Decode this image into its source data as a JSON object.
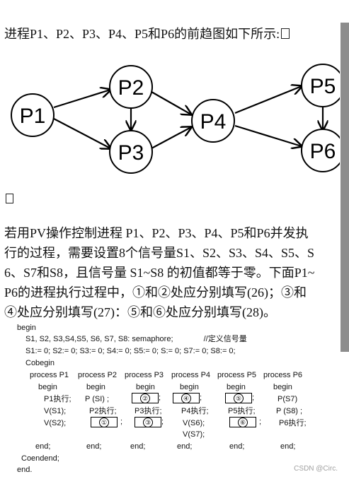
{
  "intro": "进程P1、P2、P3、P4、P5和P6的前趋图如下所示:",
  "graph": {
    "nodes": [
      "P1",
      "P2",
      "P3",
      "P4",
      "P5",
      "P6"
    ]
  },
  "paragraph": {
    "lines": [
      "若用PV操作控制进程 P1、P2、P3、P4、P5和P6并发执",
      "行的过程，需要设置8个信号量S1、S2、S3、S4、S5、S",
      "6、S7和S8，且信号量 S1~S8 的初值都等于零。下面P1~",
      "P6的进程执行过程中，①和②处应分别填写(26)；③和",
      "④处应分别填写(27)：⑤和⑥处应分别填写(28)。"
    ]
  },
  "code": {
    "begin": "begin",
    "decl": "S1, S2, S3,S4,S5, S6, S7, S8: semaphore;",
    "decl_comment": "//定义信号量",
    "init": "S1:= 0; S2:= 0; S3:= 0; S4:= 0; S5:= 0; S:= 0; S7:= 0; S8:= 0;",
    "cobegin": "Cobegin",
    "processes": [
      "process P1",
      "process P2",
      "process P3",
      "process P4",
      "process P5",
      "process P6"
    ],
    "proc_begin": "begin",
    "p1": [
      "P1执行;",
      "V(S1);",
      "V(S2);"
    ],
    "p2": [
      "P (SI) ;",
      "P2执行;"
    ],
    "p3_exec": "P3执行;",
    "p4": [
      "P4执行;",
      "V(S6);",
      "V(S7);"
    ],
    "p5_exec": "P5执行;",
    "p6": [
      "P(S7)",
      "P (S8) ;",
      "P6执行;"
    ],
    "semicolon": ";",
    "answers": [
      "①",
      "②",
      "③",
      "④",
      "⑤",
      "⑥"
    ],
    "proc_end": "end;",
    "coend": "Coendend;",
    "end": "end."
  },
  "watermark": "CSDN @Circ."
}
